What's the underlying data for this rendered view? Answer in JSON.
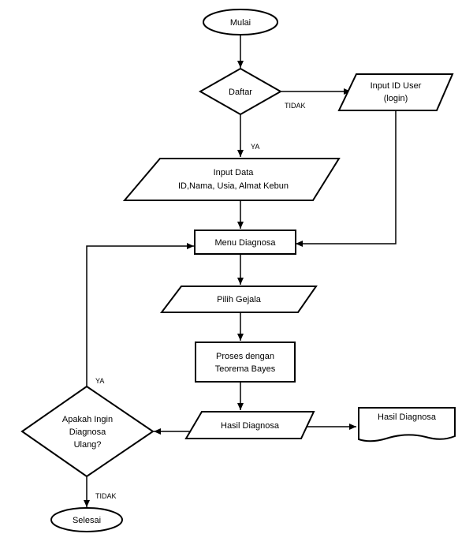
{
  "nodes": {
    "mulai": {
      "lines": [
        "Mulai"
      ]
    },
    "daftar": {
      "lines": [
        "Daftar"
      ]
    },
    "input_id_user": {
      "lines": [
        "Input ID User",
        "(login)"
      ]
    },
    "input_data": {
      "lines": [
        "Input Data",
        "ID,Nama, Usia, Almat Kebun"
      ]
    },
    "menu_diagnosa": {
      "lines": [
        "Menu Diagnosa"
      ]
    },
    "pilih_gejala": {
      "lines": [
        "Pilih  Gejala"
      ]
    },
    "proses": {
      "lines": [
        "Proses dengan",
        "Teorema Bayes"
      ]
    },
    "hasil_diagnosa": {
      "lines": [
        "Hasil Diagnosa"
      ]
    },
    "hasil_diagnosa_doc": {
      "lines": [
        "Hasil Diagnosa"
      ]
    },
    "apakah": {
      "lines": [
        "Apakah Ingin",
        "Diagnosa",
        "Ulang?"
      ]
    },
    "selesai": {
      "lines": [
        "Selesai"
      ]
    }
  },
  "edges": {
    "daftar_tidak": "TIDAK",
    "daftar_ya": "YA",
    "apakah_ya": "YA",
    "apakah_tidak": "TIDAK"
  }
}
